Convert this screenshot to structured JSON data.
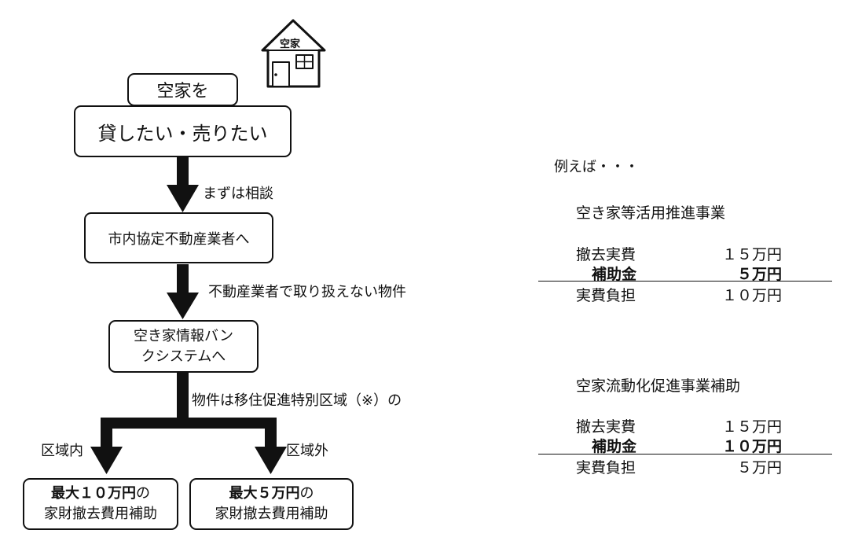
{
  "house_icon": {
    "icon": "house-icon",
    "label": "空家"
  },
  "flow": {
    "top_box": "空家を",
    "main_box": "貸したい・売りたい",
    "step1_label": "まずは相談",
    "box2": "市内協定不動産業者へ",
    "step2_label": "不動産業者で取り扱えない物件",
    "box3_line1": "空き家情報バン",
    "box3_line2": "クシステムへ",
    "step3_label": "物件は移住促進特別区域（※）の",
    "left_label": "区域内",
    "right_label": "区域外",
    "left_box": {
      "bold": "最大１０万円",
      "suffix": "の",
      "line2": "家財撤去費用補助"
    },
    "right_box": {
      "bold": "最大５万円",
      "suffix": "の",
      "line2": "家財撤去費用補助"
    }
  },
  "examples": {
    "intro": "例えば・・・",
    "sections": [
      {
        "title": "空き家等活用推進事業",
        "rows": [
          {
            "label": "撤去実費",
            "value": "１５万円",
            "bold": false
          },
          {
            "label": "補助金",
            "value": "５万円",
            "bold": true
          },
          {
            "label": "実費負担",
            "value": "１０万円",
            "bold": false
          }
        ]
      },
      {
        "title": "空家流動化促進事業補助",
        "rows": [
          {
            "label": "撤去実費",
            "value": "１５万円",
            "bold": false
          },
          {
            "label": "補助金",
            "value": "１０万円",
            "bold": true
          },
          {
            "label": "実費負担",
            "value": "５万円",
            "bold": false
          }
        ]
      }
    ]
  }
}
